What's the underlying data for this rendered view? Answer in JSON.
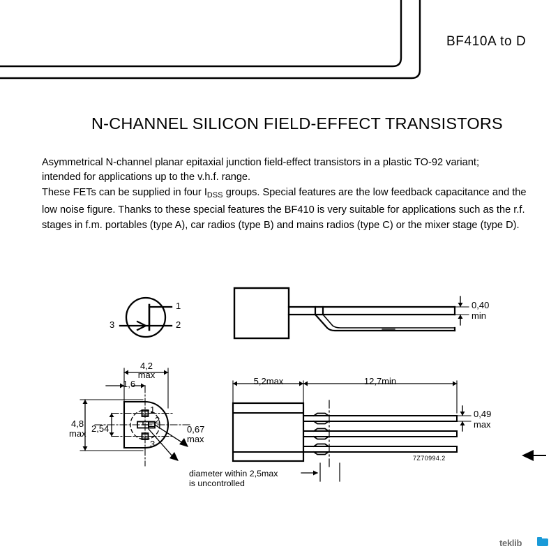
{
  "header": {
    "type_number": "BF410A  to  D"
  },
  "title": "N-CHANNEL SILICON FIELD-EFFECT TRANSISTORS",
  "description": {
    "para1_line1": "Asymmetrical N-channel planar epitaxial junction field-effect transistors in a plastic TO-92 variant;",
    "para1_line2": "intended for applications up to the v.h.f. range.",
    "para2_prefix": "These FETs can be supplied in four I",
    "para2_subscript": "DSS",
    "para2_rest": " groups. Special features are the low feedback capacitance and the low noise figure. Thanks to these special features the BF410 is very suitable for applications such as the r.f. stages in f.m. portables (type A), car radios (type B) and mains radios (type C) or the mixer stage (type D)."
  },
  "symbol_diagram": {
    "pin1": "1",
    "pin2": "2",
    "pin3": "3"
  },
  "side_view": {
    "dim_thickness_value": "0,40",
    "dim_thickness_qualifier": "min"
  },
  "pinout_view": {
    "dim_width_value": "4,2",
    "dim_width_qualifier": "max",
    "dim_offset": "1,6",
    "dim_height_value": "4,8",
    "dim_height_qualifier": "max",
    "dim_pitch": "2,54",
    "dim_pin_value": "0,67",
    "dim_pin_qualifier": "max",
    "pin1": "1",
    "pin2": "2",
    "pin3": "3",
    "note_line1": "diameter within 2,5max",
    "note_line2": "is uncontrolled"
  },
  "front_view": {
    "dim_body": "5,2max",
    "dim_lead": "12,7min",
    "dim_lead_thickness_value": "0,49",
    "dim_lead_thickness_qualifier": "max",
    "drawing_number": "7Z70994.2"
  },
  "watermark": {
    "text": "teklib"
  },
  "colors": {
    "ink": "#000000",
    "paper": "#ffffff",
    "watermark_text": "#6d6d6d",
    "watermark_accent": "#1a9ad8"
  }
}
